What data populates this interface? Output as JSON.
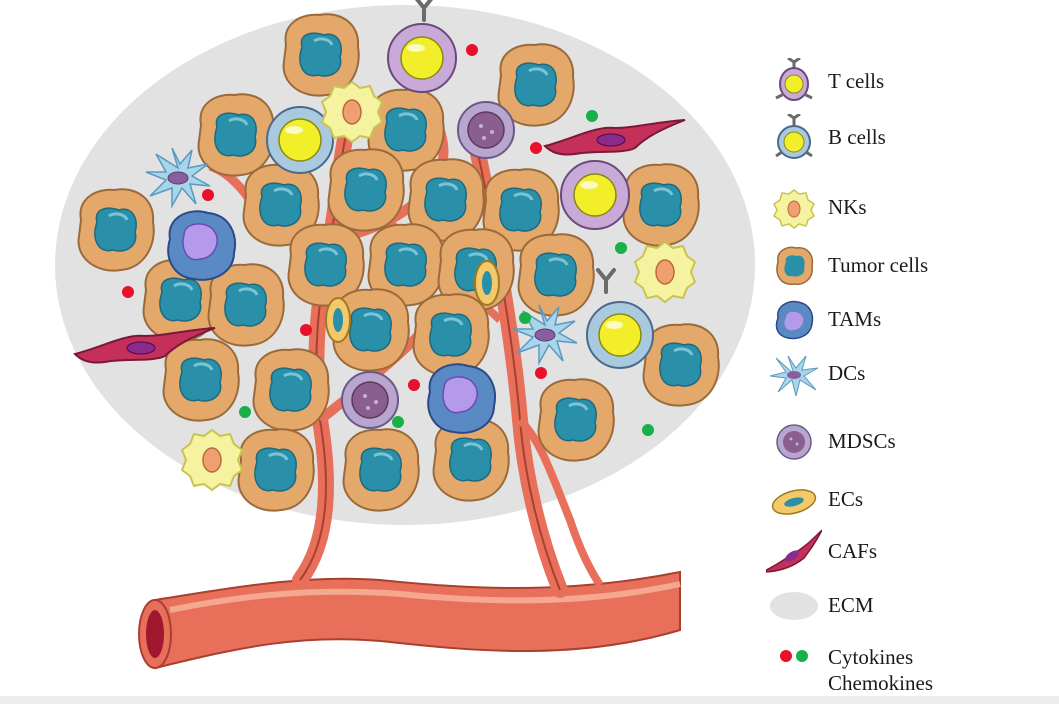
{
  "legend": {
    "t_cells": "T cells",
    "b_cells": "B cells",
    "nks": "NKs",
    "tumor_cells": "Tumor cells",
    "tams": "TAMs",
    "dcs": "DCs",
    "mdscs": "MDSCs",
    "ecs": "ECs",
    "cafs": "CAFs",
    "ecm": "ECM",
    "cytokines": "Cytokines",
    "chemokines": "Chemokines"
  },
  "colors": {
    "ecm": "#e2e2e2",
    "tumor_cell": "#e3a86a",
    "tumor_nucleus": "#2a8fa8",
    "vessel": "#e8705a",
    "t_cell": "#c9a9d8",
    "b_cell": "#a9c9de",
    "nucleus_yellow": "#f2ee2a",
    "nk": "#f6f3a0",
    "tam": "#8a86e0",
    "dc": "#a9d4ea",
    "mdsc": "#b8a6cf",
    "caf": "#c4305a",
    "cytokine_red": "#e8102a",
    "chemokine_green": "#19b04a"
  }
}
